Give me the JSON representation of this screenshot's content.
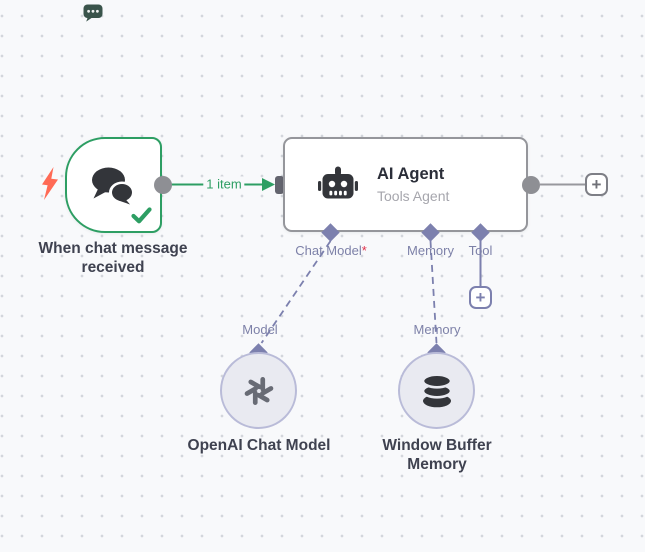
{
  "workspace": {
    "corner_icon": "chat-bubble-emoji"
  },
  "colors": {
    "canvas_bg": "#f8f9fb",
    "grid_dot": "#d3d6dc",
    "success_green": "#2d9e63",
    "trigger_bolt_coral": "#ff6a55",
    "agent_border_gray": "#95969b",
    "connector_gray": "#8e8f94",
    "port_purple": "#7c80ae",
    "port_label_purple": "#7d81a8",
    "required_red": "#e0314b",
    "icon_dark": "#33353a",
    "title_dark": "#2b2e39",
    "subtitle_gray": "#a6a6ad",
    "node_label_dark": "#3f4250",
    "subnode_fill": "#e9eaf1",
    "subnode_border": "#b9bbd8"
  },
  "nodes": {
    "trigger": {
      "name": "When chat message received",
      "icon": "chat-bubbles-icon",
      "status": "success-check"
    },
    "agent": {
      "title": "AI Agent",
      "subtitle": "Tools Agent",
      "icon": "robot-icon",
      "input_ports": [
        {
          "label": "Chat Model",
          "marker": "*"
        },
        {
          "label": "Memory",
          "marker": ""
        },
        {
          "label": "Tool",
          "marker": ""
        }
      ]
    },
    "openai": {
      "name": "OpenAI Chat Model",
      "port_label": "Model",
      "icon": "openai-logo-icon"
    },
    "buffer_memory": {
      "name": "Window Buffer Memory",
      "port_label": "Memory",
      "icon": "database-icon"
    }
  },
  "connections": {
    "trigger_to_agent_label": "1 item"
  },
  "buttons": {
    "add_node_plus": "+",
    "add_tool_plus": "+"
  }
}
